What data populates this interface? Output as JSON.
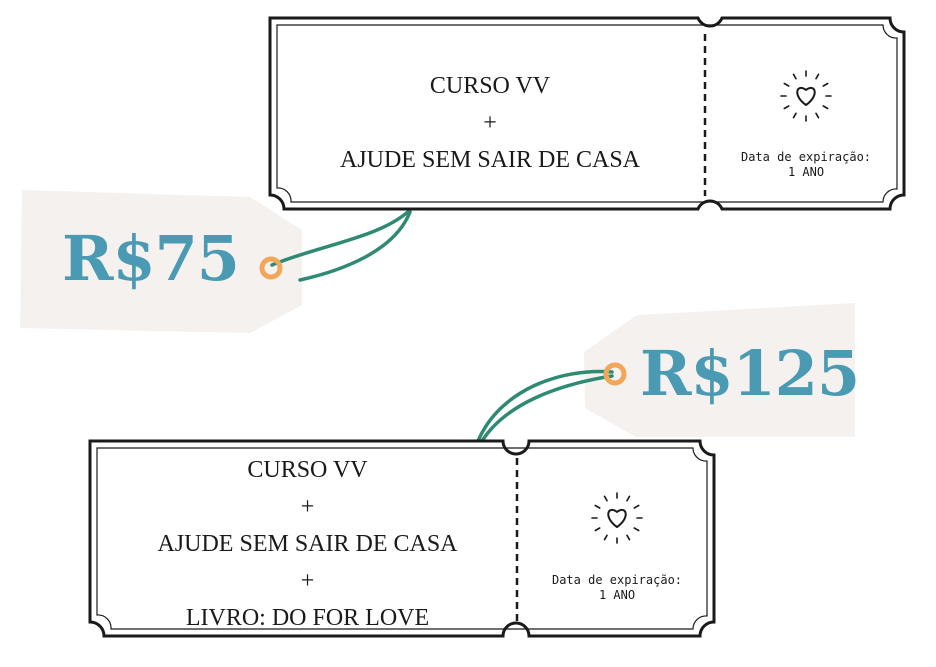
{
  "ticket1": {
    "lines": [
      "CURSO VV",
      "+",
      "AJUDE SEM SAIR DE CASA"
    ],
    "expiration_label": "Data de expiração:",
    "expiration_value": "1 ANO",
    "price": "R$75"
  },
  "ticket2": {
    "lines": [
      "CURSO VV",
      "+",
      "AJUDE SEM SAIR DE CASA",
      "+",
      "LIVRO: DO FOR LOVE"
    ],
    "expiration_label": "Data de expiração:",
    "expiration_value": "1 ANO",
    "price": "R$125"
  },
  "icons": [
    "heart-sparkle-icon",
    "heart-sparkle-icon"
  ],
  "colors": {
    "price_text": "#4a9ab4",
    "tag_background": "#f4f1ee",
    "string": "#2e8a72",
    "eyelet": "#f2a65a",
    "ticket_stroke": "#1a1a1a"
  }
}
